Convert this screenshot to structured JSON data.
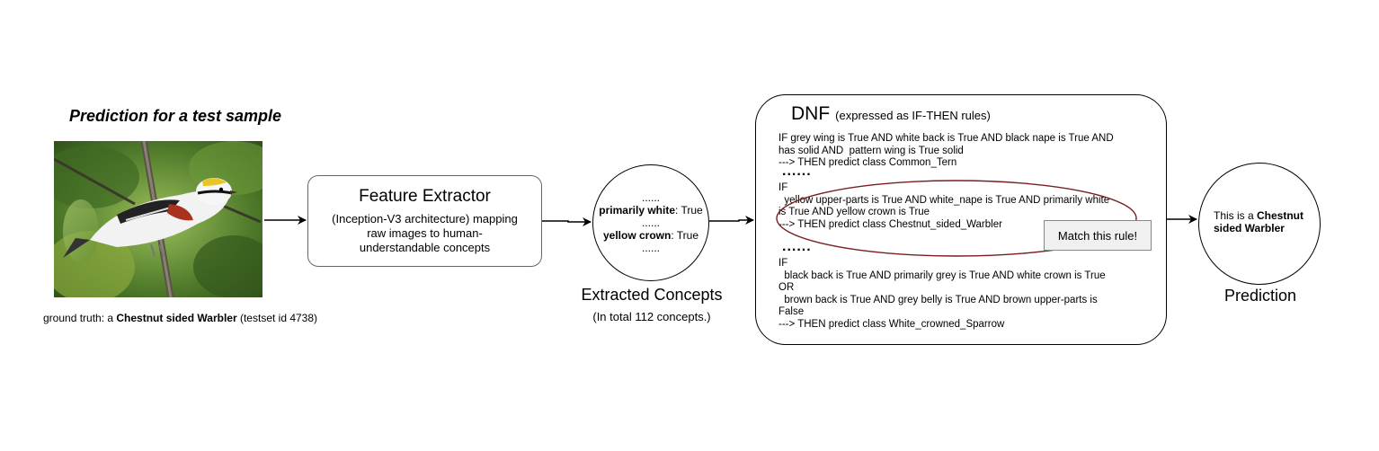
{
  "sample": {
    "title": "Prediction for a test sample",
    "caption_prefix": "ground truth: a ",
    "caption_bold": "Chestnut sided Warbler",
    "caption_suffix": " (testset id 4738)"
  },
  "feature_extractor": {
    "title": "Feature Extractor",
    "description": "(Inception-V3 architecture) mapping raw images to human-understandable concepts"
  },
  "concepts": {
    "ellipsis": "......",
    "items": [
      {
        "name": "primarily white",
        "value": ": True"
      },
      {
        "name": "yellow crown",
        "value": ": True"
      }
    ],
    "label": "Extracted Concepts",
    "sublabel": "(In total 112 concepts.)"
  },
  "dnf": {
    "title": "DNF",
    "subtitle": "(expressed as IF-THEN rules)",
    "rule1": "IF grey wing is True AND white back is True AND black nape is True AND\nhas solid AND  pattern wing is True solid\n---> THEN predict class Common_Tern",
    "rule2": "IF\n  yellow upper-parts is True AND white_nape is True AND primarily white\nis True AND yellow crown is True\n---> THEN predict class Chestnut_sided_Warbler",
    "rule3": "IF\n  black back is True AND primarily grey is True AND white crown is True\nOR\n  brown back is True AND grey belly is True AND brown upper-parts is\nFalse\n---> THEN predict class White_crowned_Sparrow",
    "dots": "......",
    "match_label": "Match this rule!"
  },
  "prediction": {
    "text_prefix": "This is a ",
    "text_bold": "Chestnut sided Warbler",
    "label": "Prediction"
  }
}
